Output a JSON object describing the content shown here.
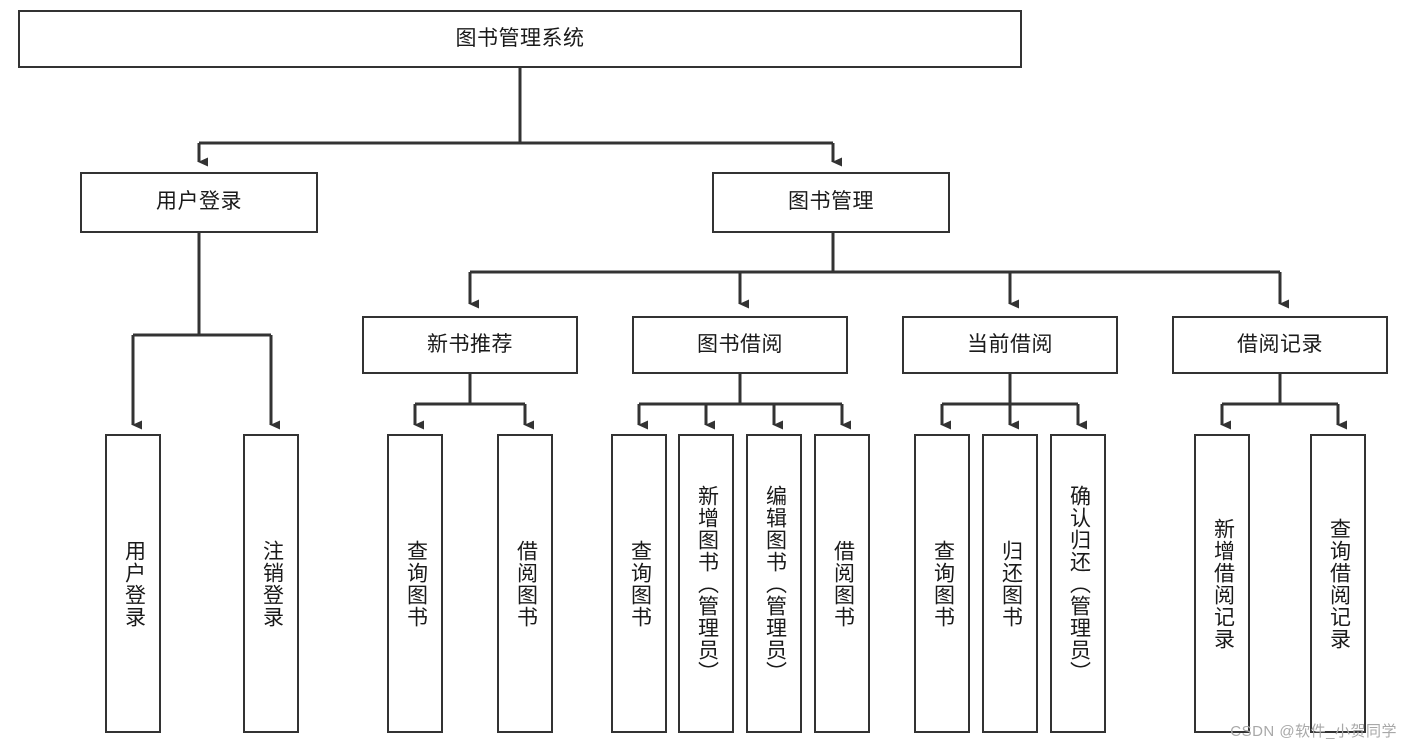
{
  "diagram": {
    "title": "图书管理系统",
    "type": "tree",
    "stroke_color": "#333333",
    "fill_color": "#ffffff",
    "text_color": "#1a1a1a",
    "watermark": "CSDN @软件_小贺同学",
    "nodes": {
      "root": {
        "label": "图书管理系统",
        "level": 0,
        "orientation": "horizontal"
      },
      "user_login": {
        "label": "用户登录",
        "level": 1,
        "orientation": "horizontal"
      },
      "book_manage": {
        "label": "图书管理",
        "level": 1,
        "orientation": "horizontal"
      },
      "new_book_rec": {
        "label": "新书推荐",
        "level": 2,
        "orientation": "horizontal"
      },
      "book_borrow": {
        "label": "图书借阅",
        "level": 2,
        "orientation": "horizontal"
      },
      "current_borrow": {
        "label": "当前借阅",
        "level": 2,
        "orientation": "horizontal"
      },
      "borrow_record": {
        "label": "借阅记录",
        "level": 2,
        "orientation": "horizontal"
      },
      "leaf_user_login": {
        "label": "用户登录",
        "level": 3,
        "orientation": "vertical"
      },
      "leaf_logout": {
        "label": "注销登录",
        "level": 3,
        "orientation": "vertical"
      },
      "leaf_query_book_1": {
        "label": "查询图书",
        "level": 3,
        "orientation": "vertical"
      },
      "leaf_borrow_book_1": {
        "label": "借阅图书",
        "level": 3,
        "orientation": "vertical"
      },
      "leaf_query_book_2": {
        "label": "查询图书",
        "level": 3,
        "orientation": "vertical"
      },
      "leaf_add_book": {
        "label": "新增图书（管理员）",
        "level": 3,
        "orientation": "vertical"
      },
      "leaf_edit_book": {
        "label": "编辑图书（管理员）",
        "level": 3,
        "orientation": "vertical"
      },
      "leaf_borrow_book_2": {
        "label": "借阅图书",
        "level": 3,
        "orientation": "vertical"
      },
      "leaf_query_book_3": {
        "label": "查询图书",
        "level": 3,
        "orientation": "vertical"
      },
      "leaf_return_book": {
        "label": "归还图书",
        "level": 3,
        "orientation": "vertical"
      },
      "leaf_confirm_return": {
        "label": "确认归还（管理员）",
        "level": 3,
        "orientation": "vertical"
      },
      "leaf_add_record": {
        "label": "新增借阅记录",
        "level": 3,
        "orientation": "vertical"
      },
      "leaf_query_record": {
        "label": "查询借阅记录",
        "level": 3,
        "orientation": "vertical"
      }
    },
    "edges": [
      {
        "from": "root",
        "to": "user_login"
      },
      {
        "from": "root",
        "to": "book_manage"
      },
      {
        "from": "book_manage",
        "to": "new_book_rec"
      },
      {
        "from": "book_manage",
        "to": "book_borrow"
      },
      {
        "from": "book_manage",
        "to": "current_borrow"
      },
      {
        "from": "book_manage",
        "to": "borrow_record"
      },
      {
        "from": "user_login",
        "to": "leaf_user_login"
      },
      {
        "from": "user_login",
        "to": "leaf_logout"
      },
      {
        "from": "new_book_rec",
        "to": "leaf_query_book_1"
      },
      {
        "from": "new_book_rec",
        "to": "leaf_borrow_book_1"
      },
      {
        "from": "book_borrow",
        "to": "leaf_query_book_2"
      },
      {
        "from": "book_borrow",
        "to": "leaf_add_book"
      },
      {
        "from": "book_borrow",
        "to": "leaf_edit_book"
      },
      {
        "from": "book_borrow",
        "to": "leaf_borrow_book_2"
      },
      {
        "from": "current_borrow",
        "to": "leaf_query_book_3"
      },
      {
        "from": "current_borrow",
        "to": "leaf_return_book"
      },
      {
        "from": "current_borrow",
        "to": "leaf_confirm_return"
      },
      {
        "from": "borrow_record",
        "to": "leaf_add_record"
      },
      {
        "from": "borrow_record",
        "to": "leaf_query_record"
      }
    ]
  }
}
